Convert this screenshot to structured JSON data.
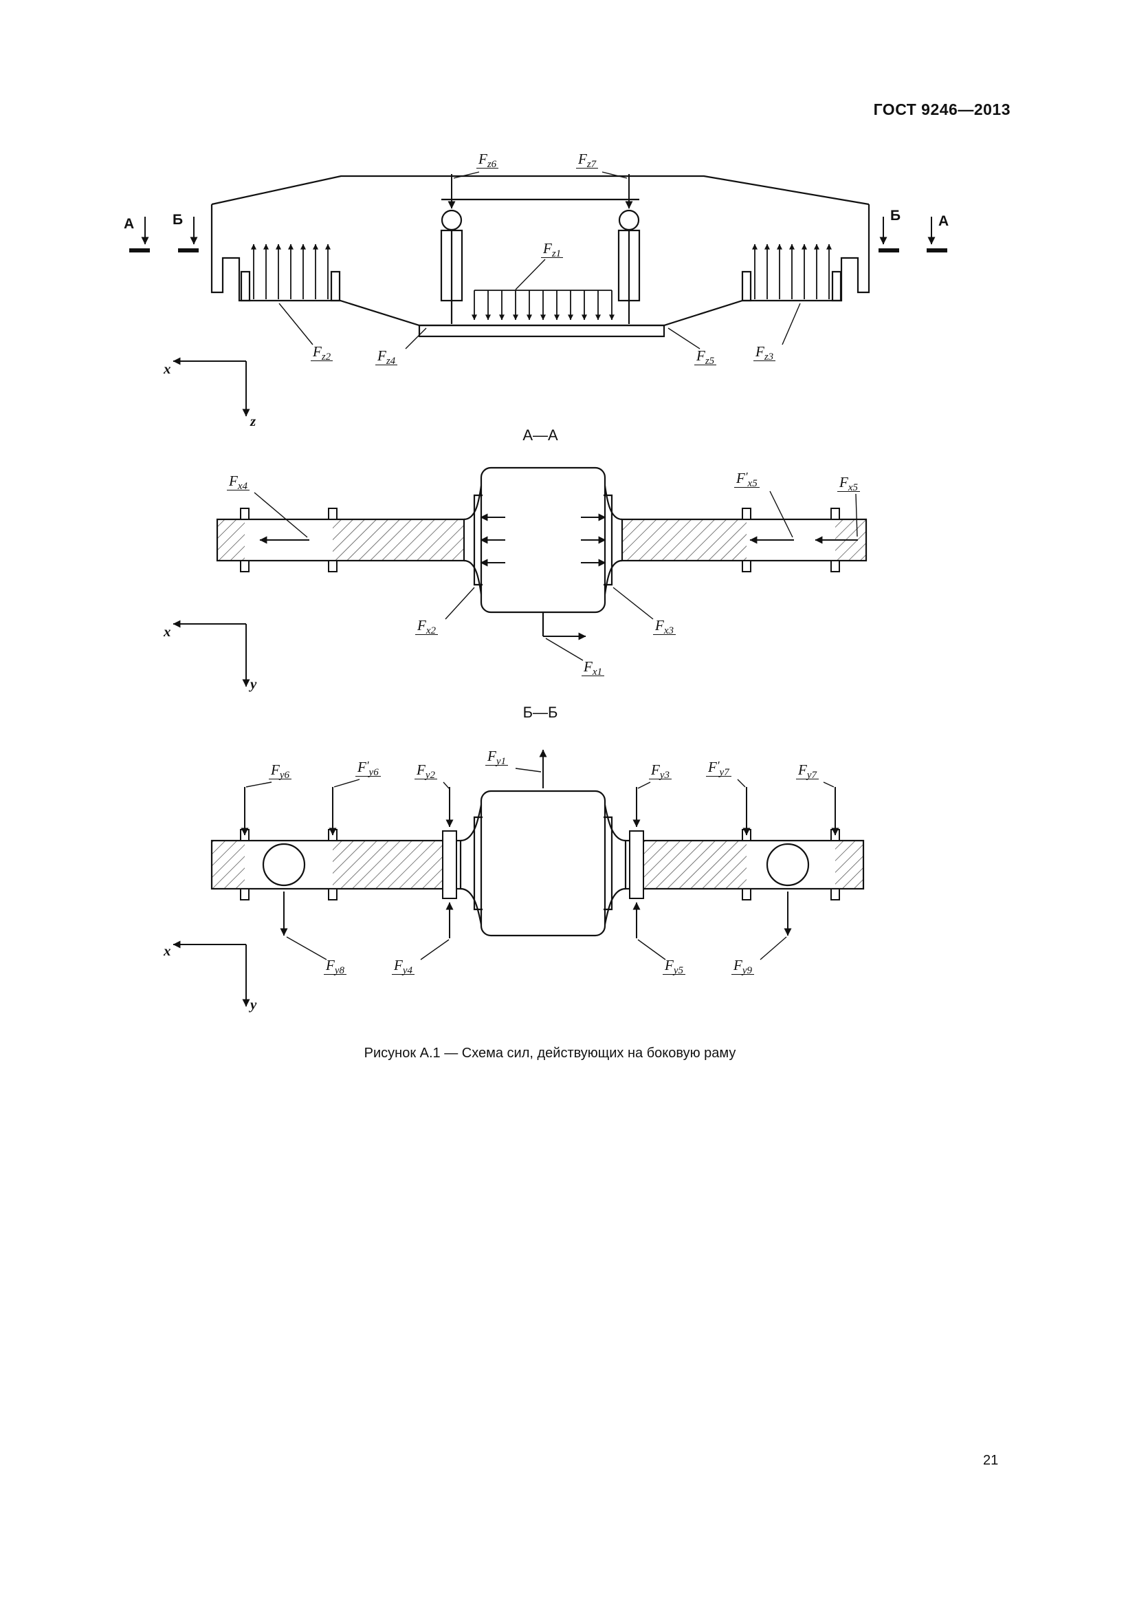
{
  "page": {
    "header": "ГОСТ 9246—2013",
    "page_number": "21",
    "caption": "Рисунок А.1 — Схема сил, действующих на боковую раму"
  },
  "sections": {
    "a": "А",
    "b": "Б",
    "title_aa": "А—А",
    "title_bb": "Б—Б"
  },
  "axes": {
    "x": "x",
    "y": "y",
    "z": "z"
  },
  "forces": {
    "fz1": {
      "sym": "F",
      "sub": "z1"
    },
    "fz2": {
      "sym": "F",
      "sub": "z2"
    },
    "fz3": {
      "sym": "F",
      "sub": "z3"
    },
    "fz4": {
      "sym": "F",
      "sub": "z4"
    },
    "fz5": {
      "sym": "F",
      "sub": "z5"
    },
    "fz6": {
      "sym": "F",
      "sub": "z6"
    },
    "fz7": {
      "sym": "F",
      "sub": "z7"
    },
    "fx1": {
      "sym": "F",
      "sub": "x1"
    },
    "fx2": {
      "sym": "F",
      "sub": "x2"
    },
    "fx3": {
      "sym": "F",
      "sub": "x3"
    },
    "fx4": {
      "sym": "F",
      "sub": "x4"
    },
    "fx5": {
      "sym": "F",
      "sub": "x5"
    },
    "fx5p": {
      "sym": "F",
      "prime": "′",
      "sub": "x5"
    },
    "fy1": {
      "sym": "F",
      "sub": "y1"
    },
    "fy2": {
      "sym": "F",
      "sub": "y2"
    },
    "fy3": {
      "sym": "F",
      "sub": "y3"
    },
    "fy4": {
      "sym": "F",
      "sub": "y4"
    },
    "fy5": {
      "sym": "F",
      "sub": "y5"
    },
    "fy6": {
      "sym": "F",
      "sub": "y6"
    },
    "fy7": {
      "sym": "F",
      "sub": "y7"
    },
    "fy8": {
      "sym": "F",
      "sub": "y8"
    },
    "fy9": {
      "sym": "F",
      "sub": "y9"
    },
    "fy6p": {
      "sym": "F",
      "prime": "′",
      "sub": "y6"
    },
    "fy7p": {
      "sym": "F",
      "prime": "′",
      "sub": "y7"
    }
  }
}
